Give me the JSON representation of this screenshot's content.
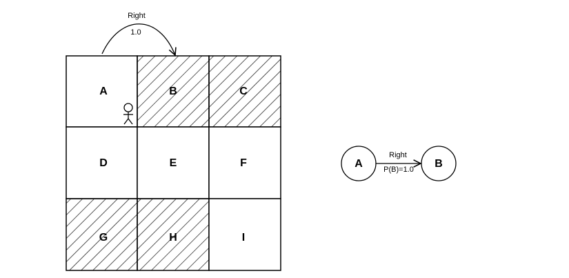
{
  "grid": {
    "cells": [
      {
        "label": "A",
        "hatched": false
      },
      {
        "label": "B",
        "hatched": true
      },
      {
        "label": "C",
        "hatched": true
      },
      {
        "label": "D",
        "hatched": false
      },
      {
        "label": "E",
        "hatched": false
      },
      {
        "label": "F",
        "hatched": false
      },
      {
        "label": "G",
        "hatched": true
      },
      {
        "label": "H",
        "hatched": true
      },
      {
        "label": "I",
        "hatched": false
      }
    ],
    "agent_cell": "A",
    "transition_arrow": {
      "from": "A",
      "to": "B",
      "action": "Right",
      "probability": "1.0"
    }
  },
  "graph": {
    "nodes": [
      {
        "label": "A"
      },
      {
        "label": "B"
      }
    ],
    "edge": {
      "action": "Right",
      "probability_label": "P(B)=1.0"
    }
  }
}
